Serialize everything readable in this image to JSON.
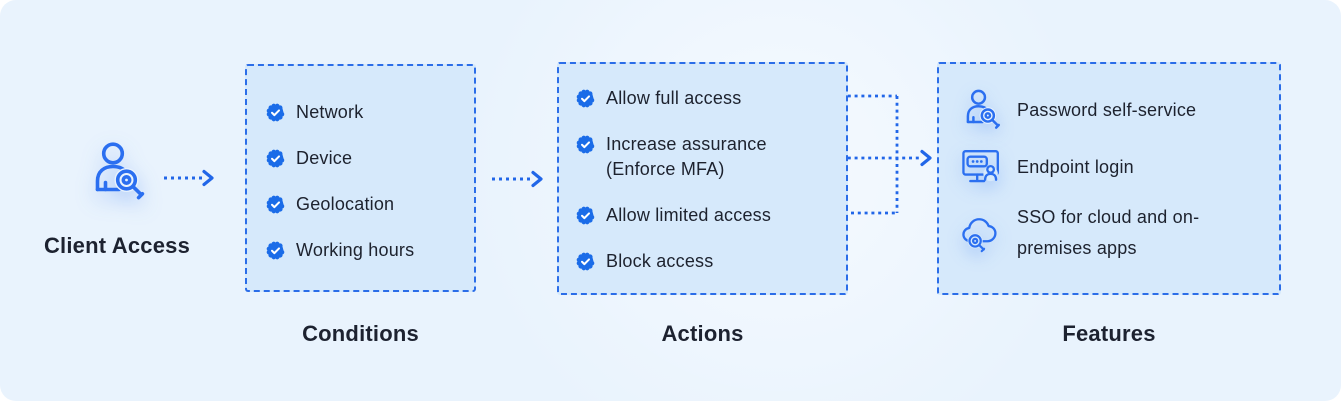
{
  "client": {
    "label": "Client Access"
  },
  "flow": {
    "conditions": {
      "label": "Conditions",
      "items": [
        "Network",
        "Device",
        "Geolocation",
        "Working hours"
      ]
    },
    "actions": {
      "label": "Actions",
      "items": [
        "Allow full access",
        "Increase assurance (Enforce MFA)",
        "Allow limited access",
        "Block access"
      ]
    },
    "features": {
      "label": "Features",
      "items": [
        "Password self-service",
        "Endpoint login",
        "SSO for cloud and on-premises apps"
      ]
    }
  },
  "colors": {
    "panel_background": "#e9f3fd",
    "box_fill": "#d6e9fb",
    "box_border": "#2b6de8",
    "connector_blue": "#2166e8",
    "badge_blue": "#1b6ce8",
    "icon_blue": "#2b6ff0",
    "text_dark": "#1d222e"
  }
}
